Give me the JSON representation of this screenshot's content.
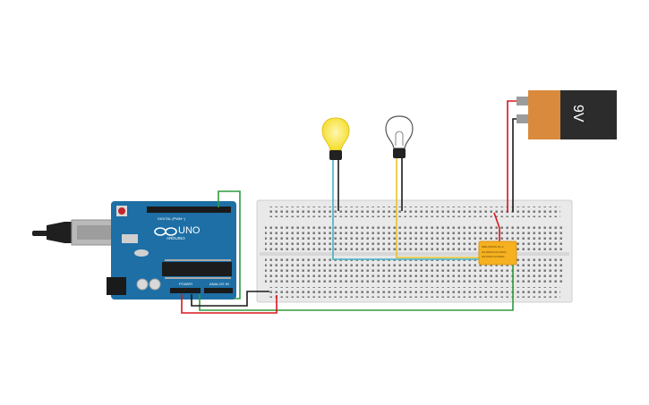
{
  "arduino": {
    "brand": "ARDUINO",
    "model": "UNO",
    "digital_label": "DIGITAL (PWM~)",
    "power_label": "POWER",
    "analog_label": "ANALOG IN"
  },
  "battery": {
    "label": "9V"
  },
  "relay": {
    "label_line1": "SRD-05VDC-SL-C",
    "label_line2": "10A 250VAC 10A 125VAC",
    "label_line3": "10A 30VDC 10A 28VDC"
  },
  "colors": {
    "arduino_board": "#1d6fa5",
    "breadboard": "#e8e8e8",
    "battery_body": "#2c2c2c",
    "battery_band": "#d98a3c",
    "bulb_lit": "#f5dd2a",
    "relay": "#f6b120",
    "wire_red": "#d8161b",
    "wire_black": "#1a1a1a",
    "wire_green": "#2e9b3f",
    "wire_cyan": "#40b4c8",
    "wire_yellow": "#e8c22a"
  },
  "icons": [
    "lightbulb-lit-icon",
    "lightbulb-off-icon",
    "usb-plug-icon",
    "reset-button-icon"
  ]
}
